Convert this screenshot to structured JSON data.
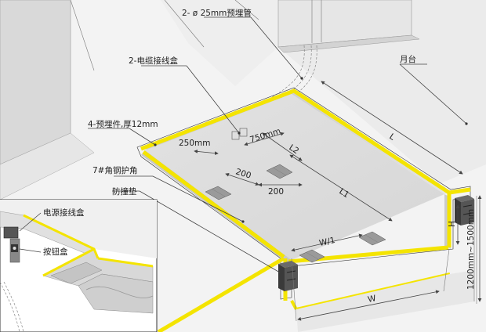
{
  "labels": {
    "conduit": "2- ø 25mm预埋管",
    "cable_box": "2-电缆接线盒",
    "platform": "月台",
    "embedded_parts": "4-预埋件,厚12mm",
    "angle_steel": "7#角钢护角",
    "bumper": "防撞垫",
    "power_box": "电源接线盒",
    "button_box": "按钮盒"
  },
  "dimensions": {
    "d250": "250mm",
    "d750": "750mm",
    "d200a": "200",
    "d200b": "200",
    "L": "L",
    "L1": "L1",
    "L2": "L2",
    "W": "W",
    "W1": "W/1",
    "H": "H",
    "height_range": "1200mm~1500mm"
  },
  "colors": {
    "yellow": "#f4e400",
    "pit_gray": "#dedede",
    "platform_gray": "#e9e9e9"
  }
}
